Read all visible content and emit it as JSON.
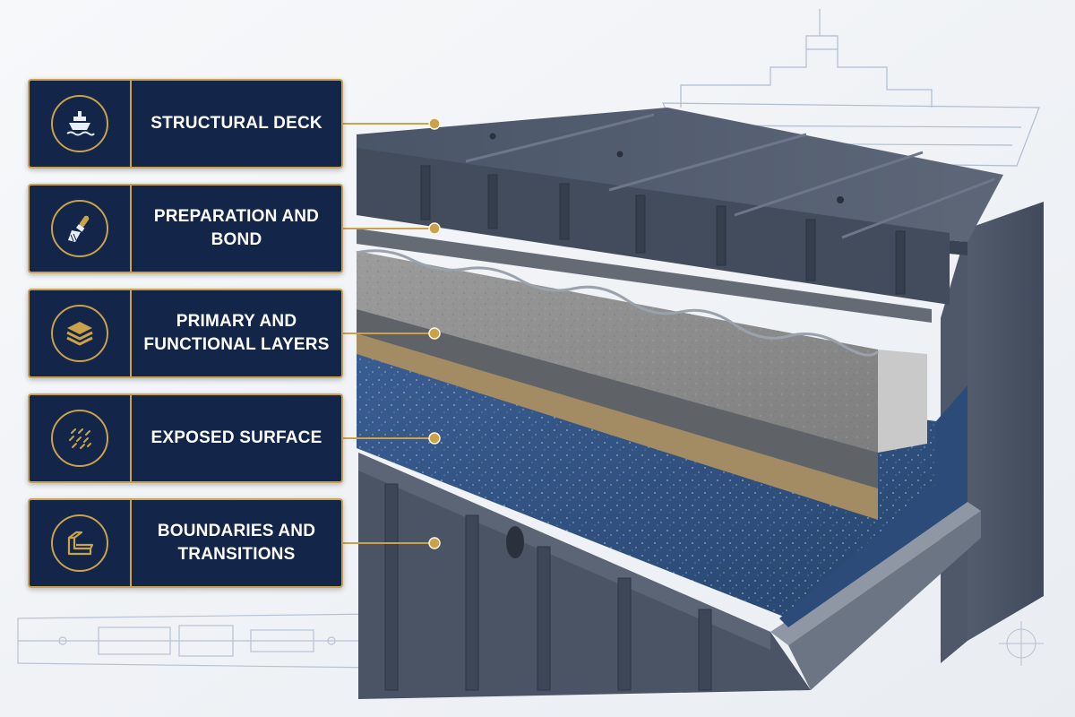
{
  "labels": [
    {
      "lines": [
        "STRUCTURAL DECK"
      ],
      "icon": "ship-icon"
    },
    {
      "lines": [
        "PREPARATION AND BOND"
      ],
      "icon": "paintbrush-icon"
    },
    {
      "lines": [
        "PRIMARY AND",
        "FUNCTIONAL LAYERS"
      ],
      "icon": "layers-icon"
    },
    {
      "lines": [
        "EXPOSED SURFACE"
      ],
      "icon": "texture-icon"
    },
    {
      "lines": [
        "BOUNDARIES AND",
        "TRANSITIONS"
      ],
      "icon": "angle-profile-icon"
    }
  ],
  "colors": {
    "card_bg": "#13264a",
    "accent_gold": "#c9a24a",
    "steel_dark": "#3e4a5c",
    "concrete_grey": "#8d8f91",
    "bond_tan": "#a08a64",
    "surface_blue": "#2f4f82"
  }
}
